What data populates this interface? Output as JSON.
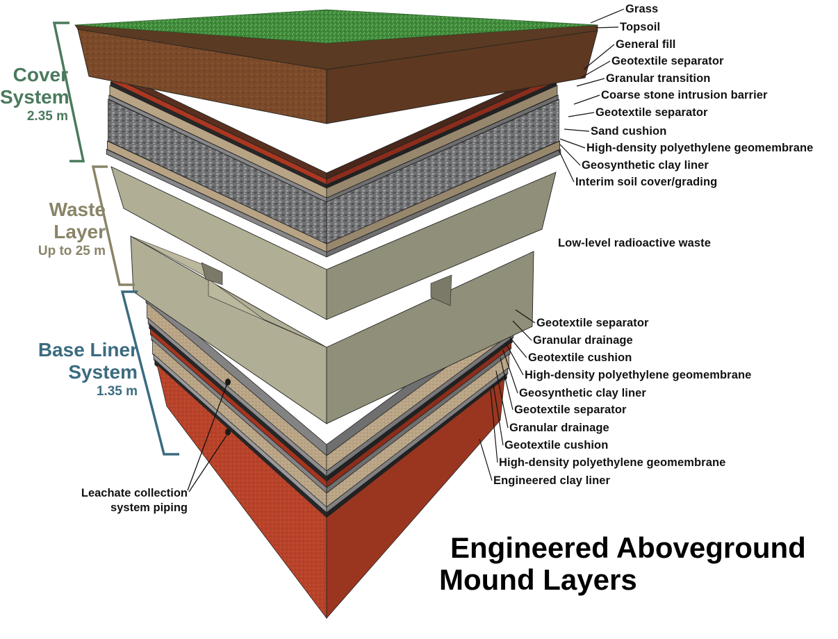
{
  "title": {
    "line1": "Engineered Aboveground",
    "line2": "Mound Layers"
  },
  "groups": {
    "cover": {
      "name_line1": "Cover",
      "name_line2": "System",
      "size": "2.35 m",
      "color": "#4a7a5c"
    },
    "waste": {
      "name_line1": "Waste",
      "name_line2": "Layer",
      "size": "Up to 25 m",
      "color": "#8a8468"
    },
    "base": {
      "name_line1": "Base Liner",
      "name_line2": "System",
      "size": "1.35 m",
      "color": "#3b6b80"
    }
  },
  "cover_labels": [
    "Grass",
    "Topsoil",
    "General fill",
    "Geotextile separator",
    "Granular transition",
    "Coarse stone intrusion barrier",
    "Geotextile separator",
    "Sand cushion",
    "High-density polyethylene geomembrane",
    "Geosynthetic clay liner",
    "Interim soil cover/grading"
  ],
  "waste_label": "Low-level radioactive waste",
  "base_labels": [
    "Geotextile separator",
    "Granular drainage",
    "Geotextile cushion",
    "High-density polyethylene geomembrane",
    "Geosynthetic clay liner",
    "Geotextile separator",
    "Granular drainage",
    "Geotextile cushion",
    "High-density polyethylene geomembrane",
    "Engineered clay liner"
  ],
  "leachate": {
    "line1": "Leachate collection",
    "line2": "system piping"
  },
  "colors": {
    "grass": "#3f8a3a",
    "topsoil": "#5a3a22",
    "general_fill": "#7a4a2a",
    "geotextile": "#8e8e90",
    "granular": "#b9a486",
    "coarse_stone": "#6f7072",
    "sand": "#c2ad8c",
    "hdpe": "#2a2a2a",
    "clay_red": "#b33a22",
    "interim_soil": "#5e3222",
    "waste": "#b0ae94",
    "base_clay": "#b8432a"
  }
}
